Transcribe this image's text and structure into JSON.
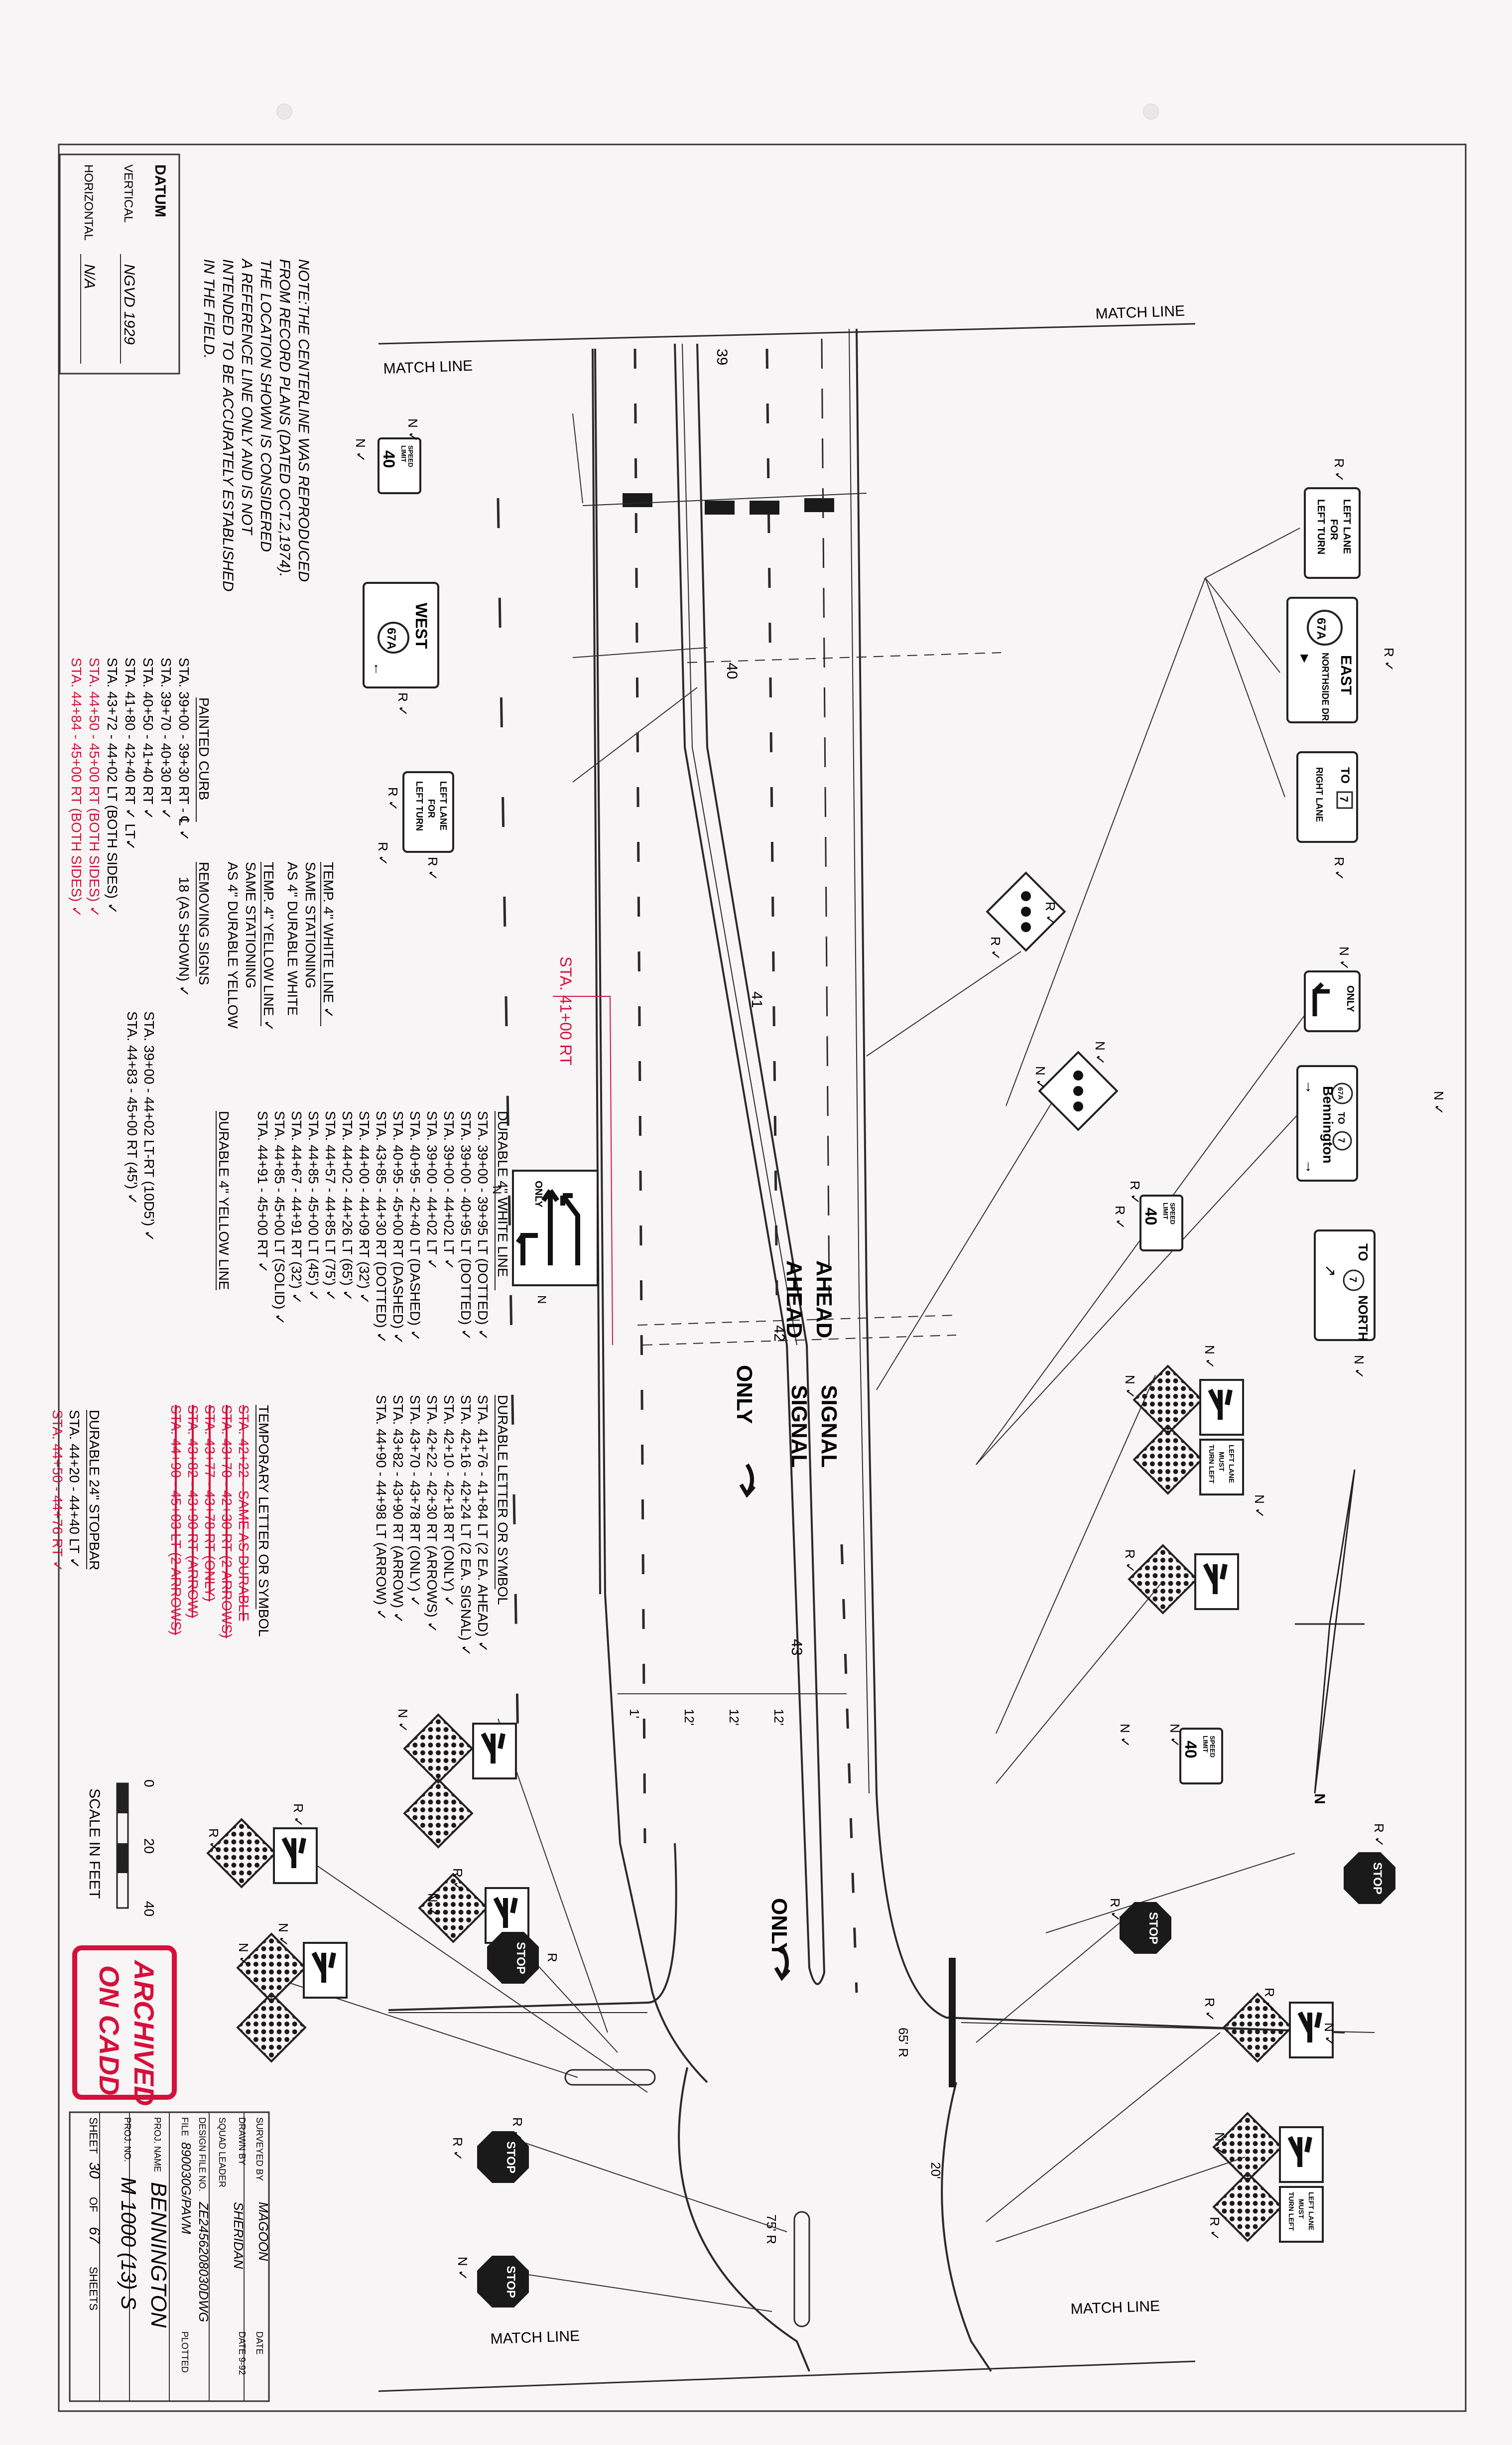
{
  "datum": {
    "title": "DATUM",
    "vertical_label": "VERTICAL",
    "vertical_value": "NGVD 1929",
    "horizontal_label": "HORIZONTAL",
    "horizontal_value": "N/A"
  },
  "note": [
    "NOTE:THE CENTERLINE WAS REPRODUCED",
    "FROM RECORD PLANS (DATED OCT.2,1974).",
    "THE LOCATION SHOWN IS CONSIDERED",
    "A REFERENCE LINE ONLY AND IS NOT",
    "INTENDED TO BE ACCURATELY ESTABLISHED",
    "IN THE FIELD."
  ],
  "match_line": "MATCH LINE",
  "stations": [
    "39",
    "40",
    "41",
    "42",
    "43"
  ],
  "signs": {
    "left_lane_for_left_turn": [
      "LEFT LANE",
      "FOR",
      "LEFT TURN"
    ],
    "route_east": {
      "shield": "67A",
      "dir": "EAST",
      "name": "NORTHSIDE DR."
    },
    "to_right_lane": [
      "TO",
      "7",
      "RIGHT LANE"
    ],
    "only": "ONLY",
    "to_bennington": {
      "shield1": "67A",
      "to": "TO",
      "shield2": "7",
      "name": "Bennington"
    },
    "to_north": {
      "to": "TO",
      "shield": "7",
      "dir": "NORTH"
    },
    "speed_limit": [
      "SPEED",
      "LIMIT",
      "40"
    ],
    "west": {
      "dir": "WEST",
      "shield": "67A"
    },
    "left_lane_must_turn_left": [
      "LEFT LANE",
      "MUST",
      "TURN LEFT"
    ],
    "stop": "STOP"
  },
  "pavement": {
    "ahead": "AHEAD",
    "signal": "SIGNAL",
    "only": "ONLY"
  },
  "check_marks": {
    "r": "R ✓",
    "n": "N ✓",
    "r_only": "R"
  },
  "dims": {
    "d1": "1'",
    "d12a": "12'",
    "d12b": "12'",
    "d12c": "12'",
    "d20": "20'",
    "r65": "65' R",
    "r75": "75' R"
  },
  "sta_callout": "STA. 41+00 RT",
  "painted_curb": {
    "title": "PAINTED CURB",
    "lines": [
      "STA. 39+00 - 39+30 RT - ℄ ✓",
      "STA. 39+70 - 40+30 RT ✓",
      "STA. 40+50 - 41+40 RT ✓",
      "STA. 41+80 - 42+40 RT ✓ LT✓",
      "STA. 43+72 - 44+02 LT (BOTH SIDES) ✓"
    ],
    "red_lines": [
      "STA. 44+50 - 45+00 RT (BOTH SIDES) ✓",
      "STA. 44+84 - 45+00 RT (BOTH SIDES) ✓"
    ]
  },
  "temp_white": {
    "title": "TEMP. 4\" WHITE LINE ✓",
    "lines": [
      "SAME STATIONING",
      "AS 4\" DURABLE WHITE"
    ]
  },
  "temp_yellow": {
    "title": "TEMP. 4\" YELLOW LINE ✓",
    "lines": [
      "SAME STATIONING",
      "AS 4\" DURABLE YELLOW"
    ]
  },
  "removing_signs": {
    "title": "REMOVING SIGNS",
    "lines": [
      "18 (AS SHOWN) ✓"
    ]
  },
  "durable_white": {
    "title": "DURABLE 4\" WHITE LINE",
    "lines": [
      "STA. 39+00 - 39+95 LT (DOTTED) ✓",
      "STA. 39+00 - 40+95 LT (DOTTED) ✓",
      "STA. 39+00 - 44+02 LT ✓",
      "STA. 39+00 - 44+02 LT ✓",
      "STA. 40+95 - 42+40 LT (DASHED) ✓",
      "STA. 40+95 - 45+00 RT (DASHED) ✓",
      "STA. 43+85 - 44+30 RT (DOTTED) ✓",
      "STA. 44+00 - 44+09 RT (32') ✓",
      "STA. 44+02 - 44+26 LT (65') ✓",
      "STA. 44+57 - 44+85 LT (75') ✓",
      "STA. 44+85 - 45+00 LT (45') ✓",
      "STA. 44+67 - 44+91 RT (32') ✓",
      "STA. 44+85 - 45+00 LT (SOLID) ✓",
      "STA. 44+91 - 45+00 RT ✓"
    ]
  },
  "durable_yellow": {
    "title": "DURABLE 4\" YELLOW LINE",
    "lines": [
      "STA. 39+00 - 44+02 LT-RT (10D5') ✓",
      "STA. 44+83 - 45+00 RT (45') ✓"
    ]
  },
  "durable_letter": {
    "title": "DURABLE LETTER OR SYMBOL",
    "lines": [
      "STA. 41+76 - 41+84 LT (2 EA. AHEAD) ✓",
      "STA. 42+16 - 42+24 LT (2 EA. SIGNAL) ✓",
      "STA. 42+10 - 42+18 RT (ONLY) ✓",
      "STA. 42+22 - 42+30 RT (ARROWS) ✓",
      "STA. 43+70 - 43+78 RT (ONLY) ✓",
      "STA. 43+82 - 43+90 RT (ARROW) ✓",
      "STA. 44+90 - 44+98 LT (ARROW) ✓"
    ]
  },
  "temp_letter": {
    "title": "TEMPORARY LETTER OR SYMBOL",
    "lines": [
      "STA. 42+22 - SAME AS DURABLE",
      "STA. 43+70 - 42+30 RT (2 ARROWS)",
      "STA. 43+77 - 43+78 RT (ONLY)",
      "STA. 43+82 - 43+90 RT (ARROW)",
      "STA. 44+90 - 45+03 LT (2 ARROWS)"
    ]
  },
  "stopbar": {
    "title": "DURABLE 24\" STOPBAR",
    "lines": [
      "STA. 44+20 - 44+40 LT ✓"
    ],
    "red_lines": [
      "STA. 44+50 - 44+76 RT ✓"
    ]
  },
  "scale": {
    "ticks": [
      "0",
      "20",
      "40"
    ],
    "label": "SCALE IN FEET"
  },
  "stamp": [
    "ARCHIVED",
    "ON CADD"
  ],
  "title_block": {
    "surveyed_by_label": "SURVEYED BY",
    "surveyed_by": "MAGOON",
    "drawn_by_label": "DRAWN BY",
    "drawn_by": "SHERIDAN",
    "squad_leader_label": "SQUAD LEADER",
    "design_file_label": "DESIGN FILE NO.",
    "design_file": "ZE2456208030DWG",
    "file_label": "FILE",
    "file": "890030G/PAVM",
    "date_label": "DATE",
    "date": "DATE 9-92",
    "plotted_label": "PLOTTED",
    "proj_name_label": "PROJ. NAME",
    "proj_name": "BENNINGTON",
    "proj_no_label": "PROJ. NO.",
    "proj_no": "M 1000 (13) S",
    "sheet_label": "SHEET",
    "sheet_no": "30",
    "of_label": "OF",
    "sheet_total": "67",
    "sheets_label": "SHEETS"
  },
  "colors": {
    "line": "#2a2a2a",
    "red": "#d6103c",
    "paper": "#f7f5f5"
  }
}
